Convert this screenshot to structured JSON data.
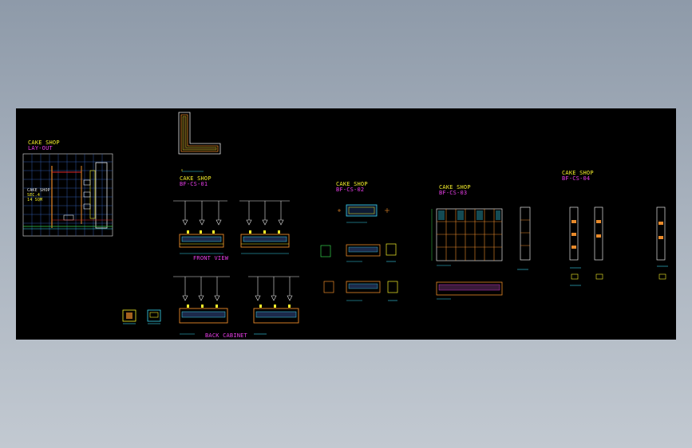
{
  "drawing": {
    "background": "#000000",
    "accent_colors": {
      "yellow": "#f5ef2a",
      "magenta": "#e83ee8",
      "cyan": "#3ad7f0",
      "orange": "#e98a2a",
      "white": "#e6e6e6",
      "green": "#36d24a",
      "red": "#e02828"
    }
  },
  "labels": {
    "layout_title": "CAKE SHOP",
    "layout_sub": "LAY-OUT",
    "layout_note1": "CAKE SHOP",
    "layout_note2": "SEC.4",
    "layout_note3": "14 SQM",
    "s1_title": "CAKE SHOP",
    "s1_sub": "BF-CS-01",
    "front_view": "FRONT VIEW",
    "back_cabinet": "BACK CABINET",
    "s2_title": "CAKE SHOP",
    "s2_sub": "BF-CS-02",
    "s3_title": "CAKE SHOP",
    "s3_sub": "BF-CS-03",
    "s4_title": "CAKE SHOP",
    "s4_sub": "BF-CS-04"
  }
}
